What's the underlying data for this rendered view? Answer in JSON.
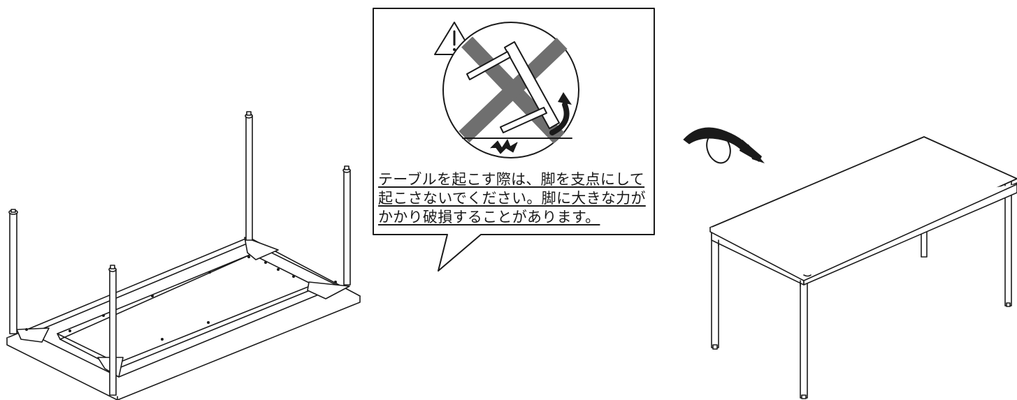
{
  "warning": {
    "lines": [
      "テーブルを起こす際は、脚を支点にして",
      "起こさないでください。脚に大きな力が",
      "かかり破損することがあります。"
    ]
  },
  "icons": {
    "caution": "exclamation-triangle-icon",
    "prohibited": "x-mark-prohibited-icon",
    "impact": "impact-burst-icon",
    "lift_arrow": "curved-arrow-icon",
    "rotate": "flip-rotate-icon"
  }
}
